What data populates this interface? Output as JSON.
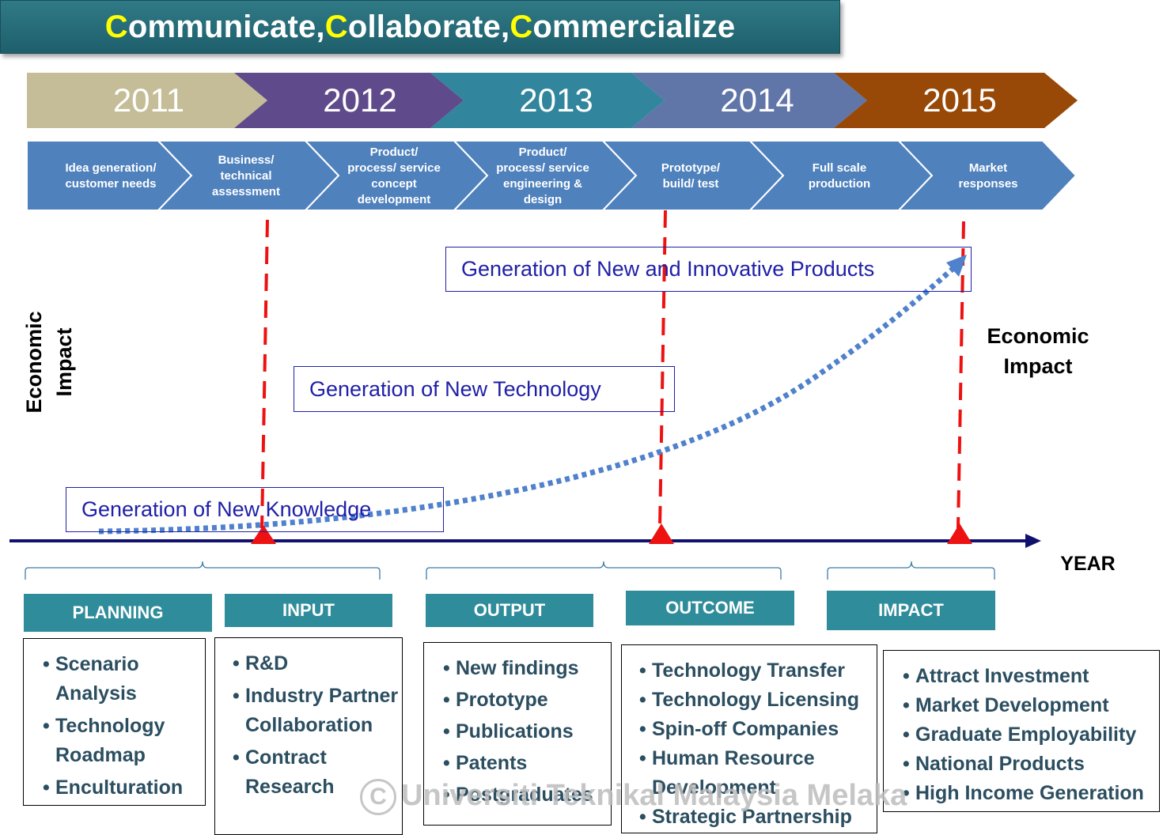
{
  "title": {
    "c1": "C",
    "p1": "ommunicate, ",
    "c2": "C",
    "p2": "ollaborate, ",
    "c3": "C",
    "p3": "ommercialize"
  },
  "years": [
    "2011",
    "2012",
    "2013",
    "2014",
    "2015"
  ],
  "year_colors": [
    "#c4bd97",
    "#5f4b8b",
    "#31859c",
    "#6075a8",
    "#984807"
  ],
  "stage_color": "#4f81bd",
  "stages": [
    {
      "lines": [
        "Idea generation/",
        "customer needs"
      ]
    },
    {
      "lines": [
        "Business/",
        "technical",
        "assessment"
      ]
    },
    {
      "lines": [
        "Product/",
        "process/ service",
        "concept",
        "development"
      ]
    },
    {
      "lines": [
        "Product/",
        "process/ service",
        "engineering &",
        "design"
      ]
    },
    {
      "lines": [
        "Prototype/",
        "build/ test"
      ]
    },
    {
      "lines": [
        "Full scale",
        "production"
      ]
    },
    {
      "lines": [
        "Market",
        "responses"
      ]
    }
  ],
  "generations": {
    "products": "Generation of New and Innovative Products",
    "technology": "Generation of New Technology",
    "knowledge": "Generation of New Knowledge"
  },
  "axis": {
    "y_label_line1": "Economic",
    "y_label_line2": "Impact",
    "right_label_line1": "Economic",
    "right_label_line2": "Impact",
    "x_label": "YEAR"
  },
  "colors": {
    "dash_red": "#ee1111",
    "curve_blue": "#4f81cc",
    "axis_navy": "#10106e",
    "header_teal": "#2f8c9a"
  },
  "categories": [
    {
      "header": "PLANNING",
      "items": [
        "Scenario Analysis",
        "Technology Roadmap",
        "Enculturation"
      ]
    },
    {
      "header": "INPUT",
      "items": [
        "R&D",
        "Industry Partner Collaboration",
        "Contract Research"
      ]
    },
    {
      "header": "OUTPUT",
      "items": [
        "New findings",
        "Prototype",
        "Publications",
        "Patents",
        "Postgraduates"
      ]
    },
    {
      "header": "OUTCOME",
      "items": [
        "Technology Transfer",
        "Technology Licensing",
        "Spin-off Companies",
        "Human Resource Development",
        "Strategic Partnership"
      ]
    },
    {
      "header": "IMPACT",
      "items": [
        "Attract Investment",
        "Market Development",
        "Graduate Employability",
        "National Products",
        "High Income Generation"
      ]
    }
  ],
  "watermark": {
    "symbol": "C",
    "text": "Universiti Teknikal Malaysia Melaka"
  }
}
